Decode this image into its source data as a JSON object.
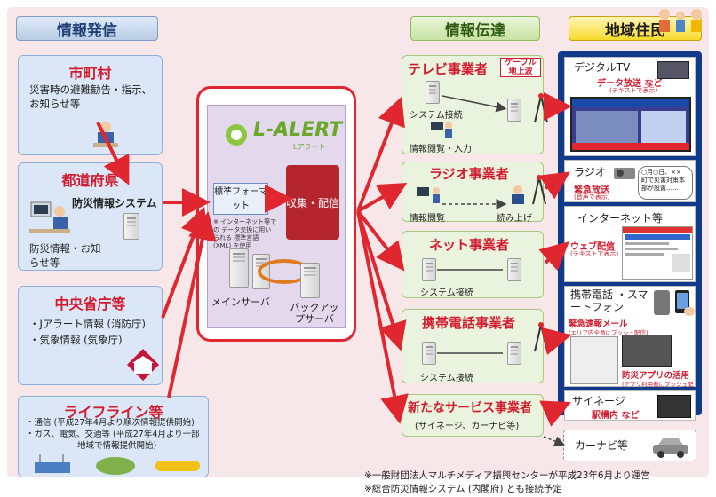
{
  "headers": {
    "hasshin": "情報発信",
    "dentatsu": "情報伝達",
    "jumin": "地域住民"
  },
  "sources": {
    "shichoson": {
      "title": "市町村",
      "desc": "災害時の避難勧告・指示、お知らせ等"
    },
    "todofuken": {
      "title": "都道府県",
      "system": "防災情報システム",
      "desc": "防災情報・お知らせ等"
    },
    "chuo": {
      "title": "中央省庁等",
      "items": [
        "・Jアラート情報 (消防庁)",
        "・気象情報 (気象庁)"
      ]
    },
    "lifeline": {
      "title": "ライフライン等",
      "line1": "・通信 (平成27年4月より順次情報提供開始)",
      "line2": "・ガス、電気、交通等 (平成27年4月より一部",
      "line3": "地域で情報提供開始)"
    }
  },
  "lalert": {
    "logo": "L-ALERT",
    "logo_sub": "Lアラート",
    "format_box": "標準フォーマット",
    "format_note": "※ インターネット等での データ交換に用いられる 標準言語 (XML) を使用",
    "collect": "収集・配信",
    "main_server": "メインサーバ",
    "backup_server": "バックアップサーバ"
  },
  "carriers": {
    "tv": {
      "title": "テレビ事業者",
      "tag": "ケーブル 地上波",
      "label1": "システム接続",
      "label2": "情報閲覧・入力"
    },
    "radio": {
      "title": "ラジオ事業者",
      "label1": "情報閲覧",
      "label2": "読み上げ"
    },
    "net": {
      "title": "ネット事業者",
      "label1": "システム接続"
    },
    "mobile": {
      "title": "携帯電話事業者",
      "label1": "システム接続"
    },
    "new": {
      "title": "新たなサービス事業者",
      "sub": "(サイネージ、カーナビ等)"
    }
  },
  "residents": {
    "tv": {
      "title": "デジタルTV",
      "note": "データ放送 など",
      "note_sub": "(テキストで表示)"
    },
    "radio": {
      "title": "ラジオ",
      "note": "緊急放送",
      "note_sub": "(音声で表示)",
      "bubble": "○月○日、×× 町で災害対策本 部が設置……"
    },
    "internet": {
      "title": "インターネット等",
      "note": "ウェブ配信",
      "note_sub": "(テキストで表示)"
    },
    "mobile": {
      "title": "携帯電話 ・スマートフォン",
      "note1": "緊急速報メール",
      "note1_sub": "(エリア内全員にプッシュ配信)",
      "note2": "防災アプリの活用",
      "note2_sub": "(アプリ利用者にプッシュ配信)"
    },
    "signage": {
      "title": "サイネージ",
      "note": "駅構内 など"
    },
    "carnavi": {
      "title": "カーナビ等"
    }
  },
  "footnotes": [
    "※一般財団法人マルチメディア振興センターが平成23年6月より運営",
    "※総合防災情報システム (内閣府) とも接続予定"
  ],
  "colors": {
    "accent_red": "#e0262f",
    "source_blue": "#dbe7f6",
    "carrier_green": "#e9f3dd",
    "lalert_purple": "#e3d8ec"
  }
}
